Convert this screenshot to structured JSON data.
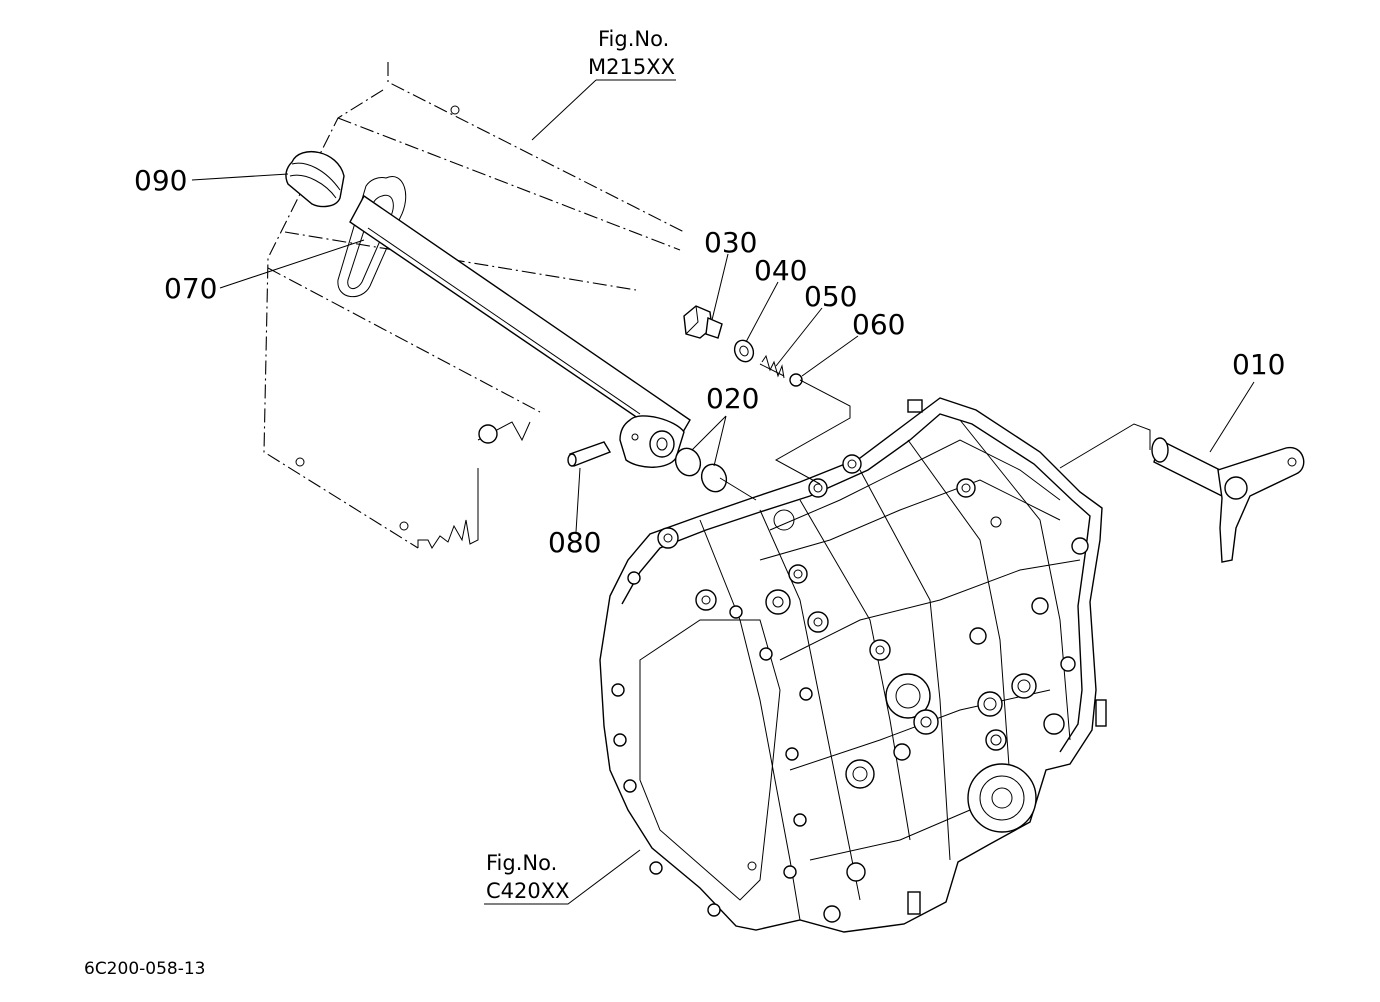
{
  "diagram": {
    "drawing_code": "6C200-058-13",
    "figure_refs": [
      {
        "id": "fig-m215",
        "line1": "Fig.No.",
        "line2": "M215XX"
      },
      {
        "id": "fig-c420",
        "line1": "Fig.No.",
        "line2": "C420XX"
      }
    ],
    "parts": [
      {
        "id": "p010",
        "label": "010"
      },
      {
        "id": "p020",
        "label": "020"
      },
      {
        "id": "p030",
        "label": "030"
      },
      {
        "id": "p040",
        "label": "040"
      },
      {
        "id": "p050",
        "label": "050"
      },
      {
        "id": "p060",
        "label": "060"
      },
      {
        "id": "p070",
        "label": "070"
      },
      {
        "id": "p080",
        "label": "080"
      },
      {
        "id": "p090",
        "label": "090"
      }
    ]
  }
}
